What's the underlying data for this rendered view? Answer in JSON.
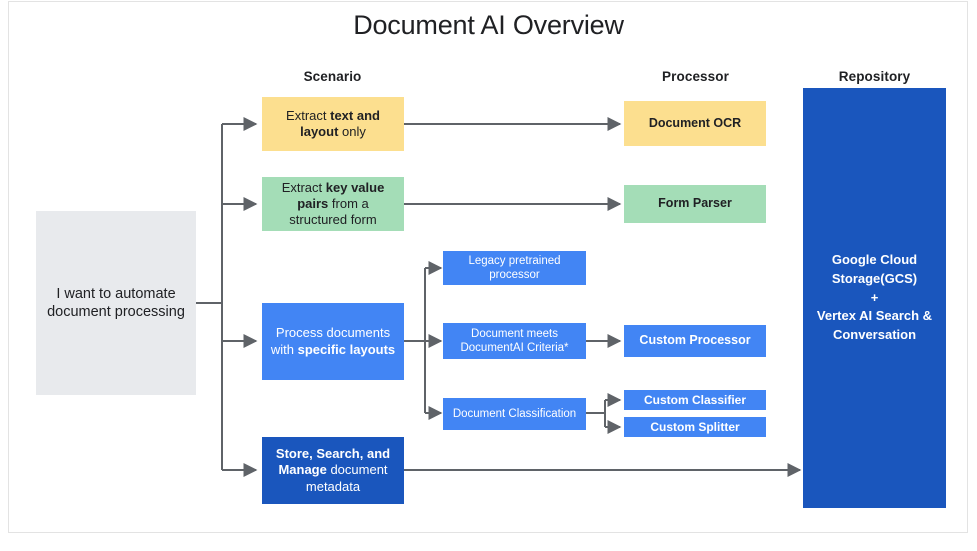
{
  "title": "Document AI Overview",
  "columns": {
    "scenario": "Scenario",
    "processor": "Processor",
    "repository": "Repository"
  },
  "input": {
    "label": "I want to automate document processing",
    "color": "#e8eaed"
  },
  "scenarios": [
    {
      "id": "extract-text-layout",
      "pre": "Extract ",
      "strong": "text and layout",
      "post": " only",
      "color": "#fcdf8f"
    },
    {
      "id": "extract-key-value",
      "pre": "Extract ",
      "strong": "key value pairs",
      "post": " from a structured form",
      "color": "#a4ddb7"
    },
    {
      "id": "process-specific-layouts",
      "pre": "Process documents with ",
      "strong": "specific layouts",
      "post": "",
      "color": "#4285f4"
    },
    {
      "id": "store-search-manage",
      "pre": "",
      "strong": "Store, Search, and Manage",
      "post": " document metadata",
      "color": "#1a56bd"
    }
  ],
  "middle": [
    {
      "id": "legacy-pretrained-processor",
      "label": "Legacy pretrained processor",
      "color": "#4285f4"
    },
    {
      "id": "document-meets-criteria",
      "label": "Document meets DocumentAI Criteria*",
      "color": "#4285f4"
    },
    {
      "id": "document-classification",
      "label": "Document Classification",
      "color": "#4285f4"
    }
  ],
  "processors": [
    {
      "id": "document-ocr",
      "label": "Document OCR",
      "color": "#fcdf8f"
    },
    {
      "id": "form-parser",
      "label": "Form Parser",
      "color": "#a4ddb7"
    },
    {
      "id": "custom-processor",
      "label": "Custom Processor",
      "color": "#4285f4"
    },
    {
      "id": "custom-classifier",
      "label": "Custom Classifier",
      "color": "#4285f4"
    },
    {
      "id": "custom-splitter",
      "label": "Custom Splitter",
      "color": "#4285f4"
    }
  ],
  "repository": {
    "line1": "Google Cloud",
    "line2": "Storage(GCS)",
    "plus": "+",
    "line3": "Vertex AI Search &",
    "line4": "Conversation",
    "color": "#1a56bd"
  },
  "chart_data": {
    "type": "diagram",
    "title": "Document AI Overview",
    "nodes": [
      {
        "id": "input",
        "text": "I want to automate document processing",
        "column": "input",
        "color": "#e8eaed"
      },
      {
        "id": "extract-text-layout",
        "text": "Extract text and layout only",
        "column": "scenario",
        "color": "#fcdf8f"
      },
      {
        "id": "extract-key-value",
        "text": "Extract key value pairs from a structured form",
        "column": "scenario",
        "color": "#a4ddb7"
      },
      {
        "id": "process-specific-layouts",
        "text": "Process documents with specific layouts",
        "column": "scenario",
        "color": "#4285f4"
      },
      {
        "id": "store-search-manage",
        "text": "Store, Search, and Manage document metadata",
        "column": "scenario",
        "color": "#1a56bd"
      },
      {
        "id": "legacy-pretrained-processor",
        "text": "Legacy pretrained processor",
        "column": "middle",
        "color": "#4285f4"
      },
      {
        "id": "document-meets-criteria",
        "text": "Document meets DocumentAI Criteria*",
        "column": "middle",
        "color": "#4285f4"
      },
      {
        "id": "document-classification",
        "text": "Document Classification",
        "column": "middle",
        "color": "#4285f4"
      },
      {
        "id": "document-ocr",
        "text": "Document OCR",
        "column": "processor",
        "color": "#fcdf8f"
      },
      {
        "id": "form-parser",
        "text": "Form Parser",
        "column": "processor",
        "color": "#a4ddb7"
      },
      {
        "id": "custom-processor",
        "text": "Custom Processor",
        "column": "processor",
        "color": "#4285f4"
      },
      {
        "id": "custom-classifier",
        "text": "Custom Classifier",
        "column": "processor",
        "color": "#4285f4"
      },
      {
        "id": "custom-splitter",
        "text": "Custom Splitter",
        "column": "processor",
        "color": "#4285f4"
      },
      {
        "id": "repository",
        "text": "Google Cloud Storage(GCS) + Vertex AI Search & Conversation",
        "column": "repository",
        "color": "#1a56bd"
      }
    ],
    "edges": [
      {
        "from": "input",
        "to": "extract-text-layout"
      },
      {
        "from": "input",
        "to": "extract-key-value"
      },
      {
        "from": "input",
        "to": "process-specific-layouts"
      },
      {
        "from": "input",
        "to": "store-search-manage"
      },
      {
        "from": "extract-text-layout",
        "to": "document-ocr"
      },
      {
        "from": "extract-key-value",
        "to": "form-parser"
      },
      {
        "from": "process-specific-layouts",
        "to": "legacy-pretrained-processor"
      },
      {
        "from": "process-specific-layouts",
        "to": "document-meets-criteria"
      },
      {
        "from": "process-specific-layouts",
        "to": "document-classification"
      },
      {
        "from": "document-meets-criteria",
        "to": "custom-processor"
      },
      {
        "from": "document-classification",
        "to": "custom-classifier"
      },
      {
        "from": "document-classification",
        "to": "custom-splitter"
      },
      {
        "from": "store-search-manage",
        "to": "repository"
      }
    ]
  }
}
